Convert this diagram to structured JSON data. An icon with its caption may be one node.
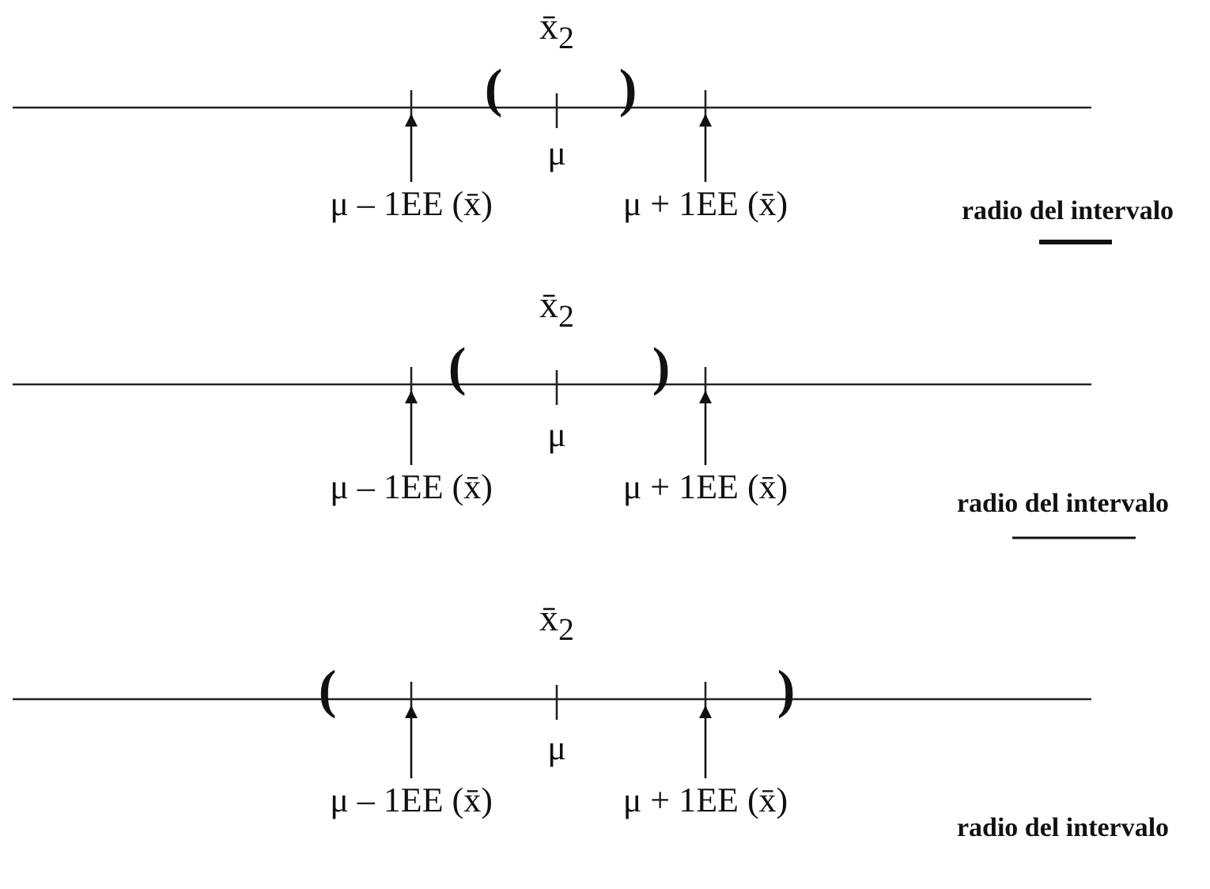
{
  "diagram": {
    "nodes": [
      {
        "text": [
          "μ – 1EE (x̄)"
        ]
      },
      {
        "text": [
          "μ + 1EE (x̄)"
        ]
      },
      {
        "text": [
          "μ – 1EE (x̄)"
        ]
      },
      {
        "text": [
          "μ + 1EE (x̄)"
        ]
      },
      {
        "text": [
          "μ – 1EE (x̄)"
        ]
      },
      {
        "text": [
          "μ + 1EE (x̄)"
        ]
      }
    ],
    "edges": [
      {
        "from": 0,
        "to": null,
        "arrow": "to"
      },
      {
        "from": 1,
        "to": null,
        "arrow": "to"
      },
      {
        "from": 2,
        "to": null,
        "arrow": "to"
      },
      {
        "from": 3,
        "to": null,
        "arrow": "to"
      },
      {
        "from": 4,
        "to": null,
        "arrow": "to"
      },
      {
        "from": 5,
        "to": null,
        "arrow": "to"
      }
    ],
    "labels": [
      "x̄$_{2}$",
      "(",
      ")",
      "μ",
      "radio del intervalo",
      "x̄$_{2}$",
      "(",
      ")",
      "μ",
      "radio del intervalo",
      "x̄$_{2}$",
      "(",
      ")",
      "μ",
      "radio del intervalo"
    ]
  }
}
